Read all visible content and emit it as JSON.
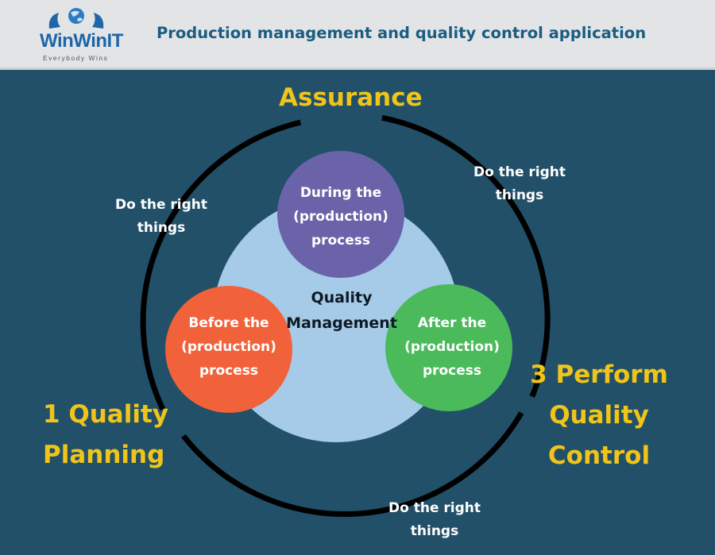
{
  "header": {
    "logo_text": "WinWinIT",
    "logo_tagline": "Everybody Wins",
    "title": "Production management and quality control application"
  },
  "diagram": {
    "center": {
      "line1": "Quality",
      "line2": "Management"
    },
    "phases": {
      "during": {
        "line1": "During the",
        "line2": "(production)",
        "line3": "process",
        "color": "#6a63a9"
      },
      "before": {
        "line1": "Before the",
        "line2": "(production)",
        "line3": "process",
        "color": "#f1623a"
      },
      "after": {
        "line1": "After the",
        "line2": "(production)",
        "line3": "process",
        "color": "#4aba5b"
      }
    },
    "stages": {
      "assurance": {
        "line1": "Assurance"
      },
      "planning": {
        "line1": "1 Quality",
        "line2": "Planning"
      },
      "control": {
        "line1": "3 Perform",
        "line2": "Quality",
        "line3": "Control"
      }
    },
    "arcs": {
      "upper_left": {
        "line1": "Do the right",
        "line2": "things"
      },
      "upper_right": {
        "line1": "Do the right",
        "line2": "things"
      },
      "bottom": {
        "line1": "Do the right",
        "line2": "things"
      }
    },
    "colors": {
      "background": "#225069",
      "header_bg": "#e3e4e6",
      "title": "#1b5d82",
      "center_circle": "#a5cbe9",
      "ring": "#000000",
      "stage_text": "#f0c419"
    }
  }
}
